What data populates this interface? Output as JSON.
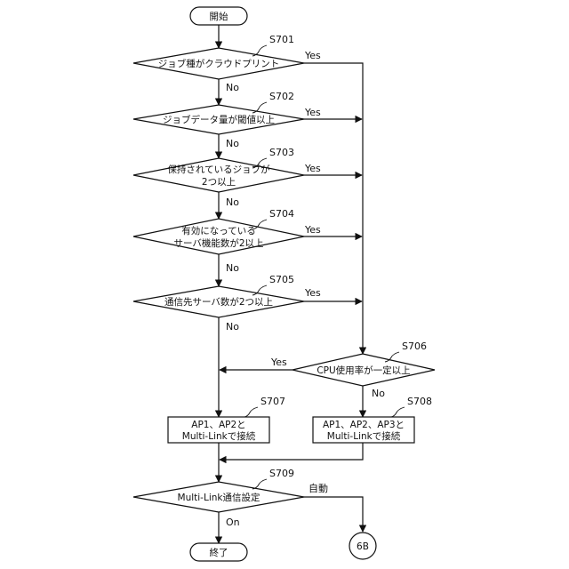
{
  "start": "開始",
  "end": "終了",
  "connector": "6B",
  "steps": {
    "s701": {
      "id": "S701",
      "lines": [
        "ジョブ種がクラウドプリント"
      ]
    },
    "s702": {
      "id": "S702",
      "lines": [
        "ジョブデータ量が閾値以上"
      ]
    },
    "s703": {
      "id": "S703",
      "lines": [
        "保持されているジョブが",
        "2つ以上"
      ]
    },
    "s704": {
      "id": "S704",
      "lines": [
        "有効になっている",
        "サーバ機能数が2以上"
      ]
    },
    "s705": {
      "id": "S705",
      "lines": [
        "通信先サーバ数が2つ以上"
      ]
    },
    "s706": {
      "id": "S706",
      "lines": [
        "CPU使用率が一定以上"
      ]
    },
    "s707": {
      "id": "S707",
      "lines": [
        "AP1、AP2と",
        "Multi-Linkで接続"
      ]
    },
    "s708": {
      "id": "S708",
      "lines": [
        "AP1、AP2、AP3と",
        "Multi-Linkで接続"
      ]
    },
    "s709": {
      "id": "S709",
      "lines": [
        "Multi-Link通信設定"
      ]
    }
  },
  "edge_labels": {
    "yes": "Yes",
    "no": "No",
    "auto": "自動",
    "on": "On"
  }
}
